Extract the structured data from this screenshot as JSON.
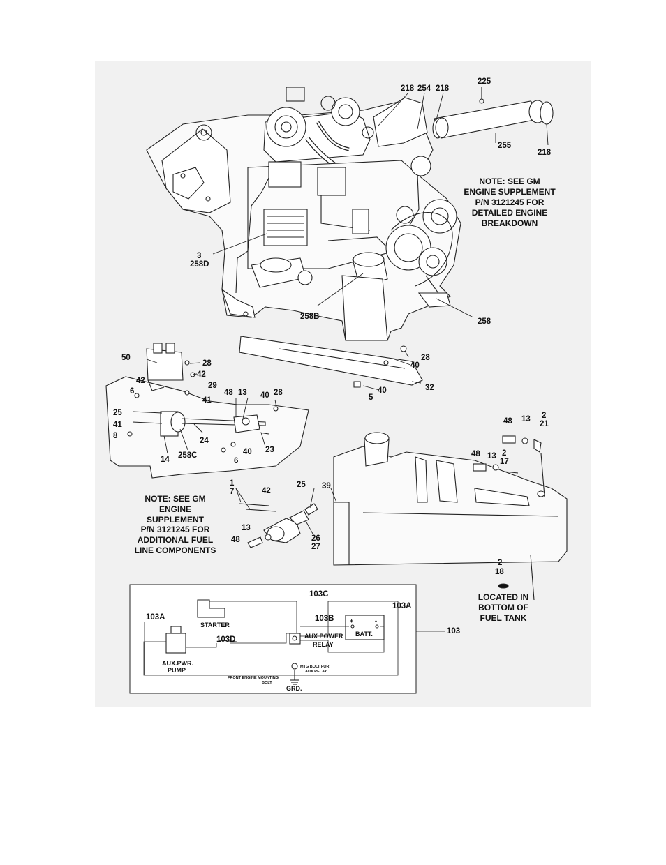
{
  "engine": {
    "callouts": {
      "c218a": "218",
      "c254": "254",
      "c218b": "218",
      "c225": "225",
      "c255": "255",
      "c218c": "218",
      "c3": "3",
      "c258d": "258D",
      "c258b": "258B",
      "c258": "258"
    },
    "note": [
      "NOTE: SEE GM",
      "ENGINE SUPPLEMENT",
      "P/N 3121245 FOR",
      "DETAILED ENGINE",
      "BREAKDOWN"
    ]
  },
  "fuel_pump_mount": {
    "callouts": {
      "c50": "50",
      "c28a": "28",
      "c42a": "42",
      "c42b": "42",
      "c6a": "6",
      "c29": "29",
      "c41a": "41",
      "c48": "48",
      "c13": "13",
      "c40a": "40",
      "c28b": "28",
      "c25": "25",
      "c41b": "41",
      "c8": "8",
      "c24": "24",
      "c23": "23",
      "c40b": "40",
      "c6b": "6",
      "c14": "14",
      "c258c": "258C"
    }
  },
  "bracket": {
    "callouts": {
      "c28": "28",
      "c40a": "40",
      "c32": "32",
      "c40b": "40",
      "c5": "5"
    }
  },
  "fuel_line": {
    "note": [
      "NOTE: SEE GM",
      "ENGINE",
      "SUPPLEMENT",
      "P/N 3121245 FOR",
      "ADDITIONAL FUEL",
      "LINE COMPONENTS"
    ],
    "callouts": {
      "c1": "1",
      "c7": "7",
      "c42": "42",
      "c25": "25",
      "c39": "39",
      "c13": "13",
      "c48": "48",
      "c26": "26",
      "c27": "27"
    }
  },
  "fuel_tank": {
    "callouts": {
      "c48a": "48",
      "c13a": "13",
      "c2a": "2",
      "c21": "21",
      "c48b": "48",
      "c13b": "13",
      "c2b": "2",
      "c17": "17",
      "c2c": "2",
      "c18": "18"
    },
    "location_note": [
      "LOCATED IN",
      "BOTTOM OF",
      "FUEL TANK"
    ]
  },
  "wiring": {
    "callouts": {
      "c103c": "103C",
      "c103a_left": "103A",
      "c103b": "103B",
      "c103a_right": "103A",
      "c103d": "103D",
      "c103": "103"
    },
    "starter": "STARTER",
    "aux_power_relay": [
      "AUX POWER",
      "RELAY"
    ],
    "batt": "BATT.",
    "plus": "+",
    "minus": "-",
    "aux_pump": [
      "AUX.PWR.",
      "PUMP"
    ],
    "mtg_bolt": [
      "MTG BOLT FOR",
      "AUX RELAY"
    ],
    "front_bolt": [
      "FRONT ENGINE MOUNTING",
      "BOLT"
    ],
    "grd": "GRD."
  }
}
